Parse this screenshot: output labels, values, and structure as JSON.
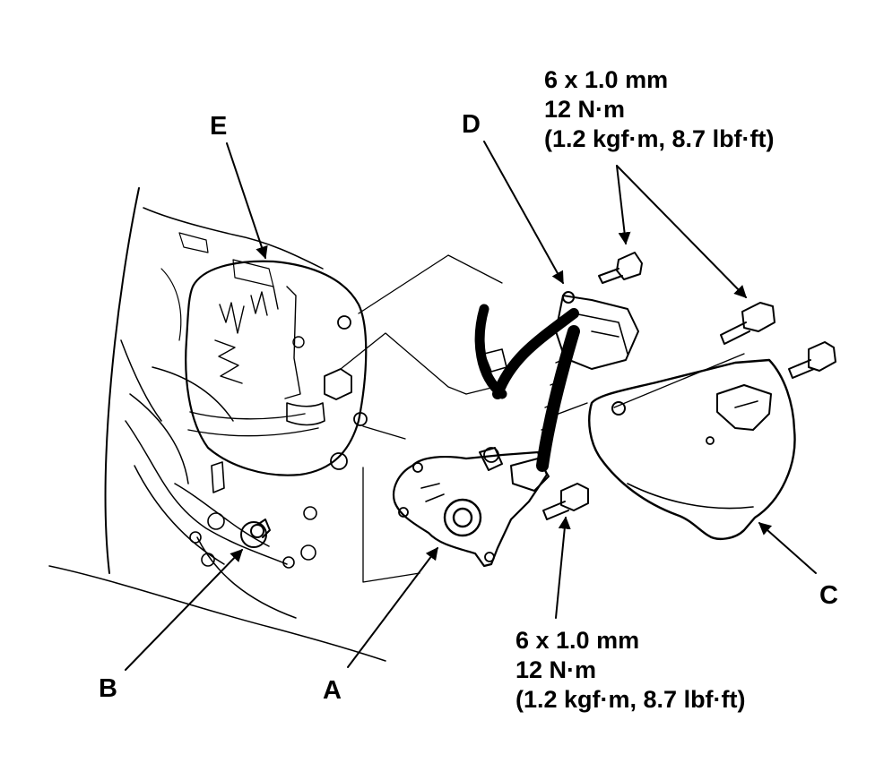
{
  "labels": {
    "a": "A",
    "b": "B",
    "c": "C",
    "d": "D",
    "e": "E"
  },
  "spec_top": {
    "size": "6 x 1.0 mm",
    "torque": "12 N·m",
    "torque_alt": "(1.2 kgf·m, 8.7 lbf·ft)"
  },
  "spec_bottom": {
    "size": "6 x 1.0 mm",
    "torque": "12 N·m",
    "torque_alt": "(1.2 kgf·m, 8.7 lbf·ft)"
  }
}
